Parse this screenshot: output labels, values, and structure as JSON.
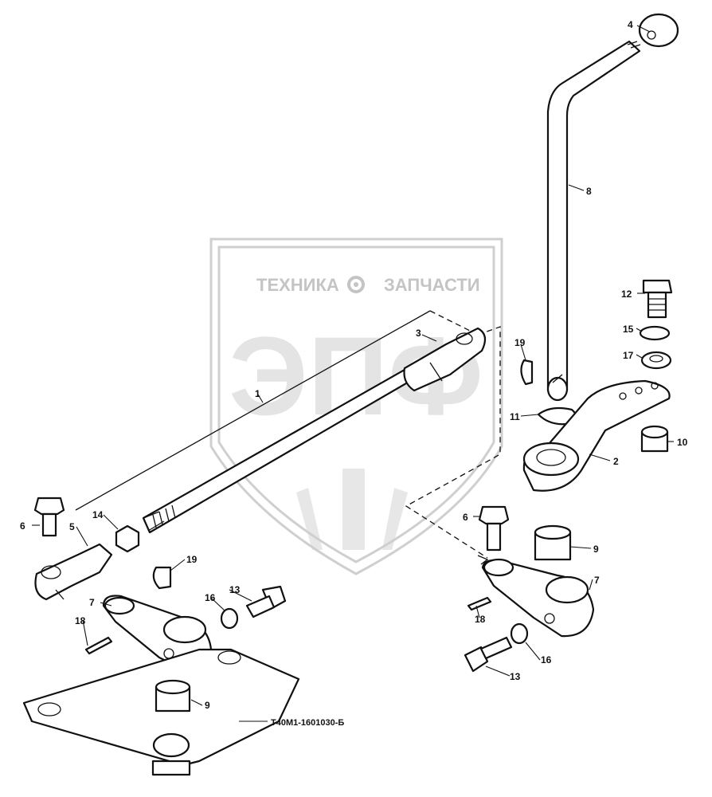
{
  "watermark": {
    "brand_left": "ТЕХНИКА",
    "brand_right": "ЗАПЧАСТИ",
    "monogram": "ЭПФ"
  },
  "drawing_code": "Т40М1-1601030-Б",
  "callouts": [
    {
      "id": "c4",
      "text": "4"
    },
    {
      "id": "c8",
      "text": "8"
    },
    {
      "id": "c12",
      "text": "12"
    },
    {
      "id": "c15",
      "text": "15"
    },
    {
      "id": "c17",
      "text": "17"
    },
    {
      "id": "c1",
      "text": "1"
    },
    {
      "id": "c3",
      "text": "3"
    },
    {
      "id": "c19a",
      "text": "19"
    },
    {
      "id": "c11",
      "text": "11"
    },
    {
      "id": "c10",
      "text": "10"
    },
    {
      "id": "c2",
      "text": "2"
    },
    {
      "id": "c6a",
      "text": "6"
    },
    {
      "id": "c5",
      "text": "5"
    },
    {
      "id": "c14",
      "text": "14"
    },
    {
      "id": "c19b",
      "text": "19"
    },
    {
      "id": "c16a",
      "text": "16"
    },
    {
      "id": "c13a",
      "text": "13"
    },
    {
      "id": "c7a",
      "text": "7"
    },
    {
      "id": "c18a",
      "text": "18"
    },
    {
      "id": "c9a",
      "text": "9"
    },
    {
      "id": "c6b",
      "text": "6"
    },
    {
      "id": "c9b",
      "text": "9"
    },
    {
      "id": "c7b",
      "text": "7"
    },
    {
      "id": "c18b",
      "text": "18"
    },
    {
      "id": "c16b",
      "text": "16"
    },
    {
      "id": "c13b",
      "text": "13"
    }
  ]
}
